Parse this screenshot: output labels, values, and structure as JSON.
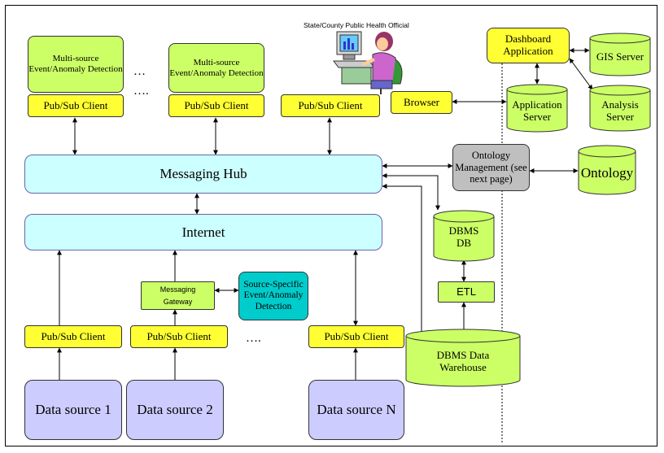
{
  "diagram": {
    "official_label": "State/County Public Health Official",
    "detection_1": "Multi-source Event/Anomaly Detection",
    "detection_2": "Multi-source Event/Anomaly Detection",
    "ellipsis_top_1": "…",
    "ellipsis_top_2": "….",
    "ellipsis_bottom": "….",
    "pubsub_top_1": "Pub/Sub Client",
    "pubsub_top_2": "Pub/Sub Client",
    "pubsub_top_3": "Pub/Sub Client",
    "browser": "Browser",
    "dashboard": "Dashboard Application",
    "gis_server": "GIS Server",
    "application_server": "Application Server",
    "analysis_server": "Analysis Server",
    "messaging_hub": "Messaging Hub",
    "ontology_management": "Ontology Management (see next page)",
    "ontology": "Ontology",
    "internet": "Internet",
    "dbms_db": "DBMS DB",
    "etl": "ETL",
    "dbms_warehouse": "DBMS Data Warehouse",
    "messaging_gateway": "Messaging Gateway",
    "source_specific_detection": "Source-Specific Event/Anomaly Detection",
    "pubsub_bottom_1": "Pub/Sub Client",
    "pubsub_bottom_2": "Pub/Sub Client",
    "pubsub_bottom_3": "Pub/Sub Client",
    "data_source_1": "Data source 1",
    "data_source_2": "Data source 2",
    "data_source_n": "Data source N"
  },
  "colors": {
    "detection": "#ccff66",
    "pubsub": "#ffff33",
    "hub": "#ccffff",
    "data_source": "#ccccff",
    "source_specific": "#00cccc",
    "ontology_management": "#bfbfbf"
  }
}
